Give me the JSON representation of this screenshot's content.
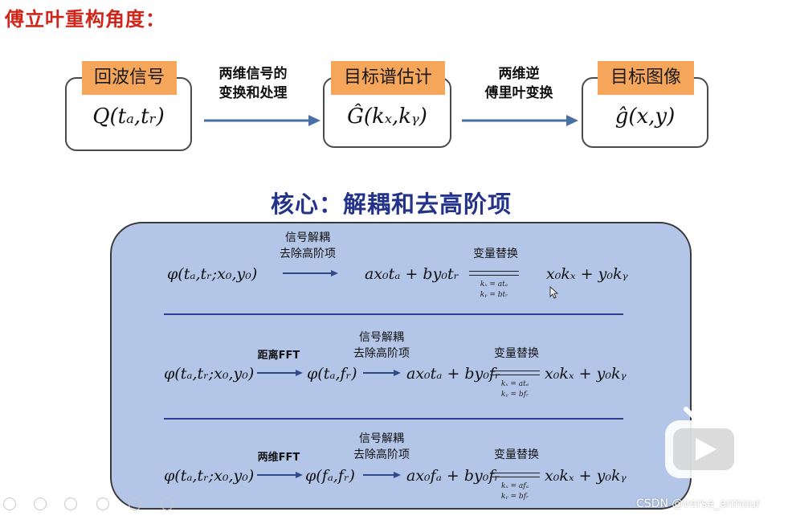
{
  "slide": {
    "title": "傅立叶重构角度：",
    "pipeline": [
      {
        "tag": "回波信号",
        "formula": "Q(tₐ,tᵣ)"
      },
      {
        "tag": "目标谱估计",
        "formula": "Ĝ(kₓ,kᵧ)"
      },
      {
        "tag": "目标图像",
        "formula": "ĝ(x,y)"
      }
    ],
    "arrows": [
      {
        "line1": "两维信号的",
        "line2": "变换和处理"
      },
      {
        "line1": "两维逆",
        "line2": "傅里叶变换"
      }
    ],
    "core_heading": "核心：解耦和去高阶项",
    "rows": [
      {
        "start": "φ(tₐ,tᵣ;x₀,y₀)",
        "step1_label1": "信号解耦",
        "step1_label2": "去除高阶项",
        "mid": "ax₀tₐ + by₀tᵣ",
        "subst_label": "变量替换",
        "subst_a": "kₓ = atₐ",
        "subst_b": "kᵧ = btᵣ",
        "result": "x₀kₓ + y₀kᵧ"
      },
      {
        "start": "φ(tₐ,tᵣ;x₀,y₀)",
        "op1": "距离FFT",
        "after1": "φ(tₐ,fᵣ)",
        "step2_label1": "信号解耦",
        "step2_label2": "去除高阶项",
        "mid": "ax₀tₐ + by₀fᵣ",
        "subst_label": "变量替换",
        "subst_a": "kₓ = atₐ",
        "subst_b": "kᵧ = bfᵣ",
        "result": "x₀kₓ + y₀kᵧ"
      },
      {
        "start": "φ(tₐ,tᵣ;x₀,y₀)",
        "op1": "两维FFT",
        "after1": "φ(fₐ,fᵣ)",
        "step2_label1": "信号解耦",
        "step2_label2": "去除高阶项",
        "mid": "ax₀fₐ + by₀fᵣ",
        "subst_label": "变量替换",
        "subst_a": "kₓ = afₐ",
        "subst_b": "kᵧ = bfᵣ",
        "result": "x₀kₓ + y₀kᵧ"
      }
    ]
  },
  "watermark": "CSDN @verse_armour",
  "colors": {
    "title": "#d0251b",
    "tag_bg": "#f5a65b",
    "heading": "#24338a",
    "panel_bg": "#b4c6e7",
    "arrow": "#4a6fa5"
  }
}
